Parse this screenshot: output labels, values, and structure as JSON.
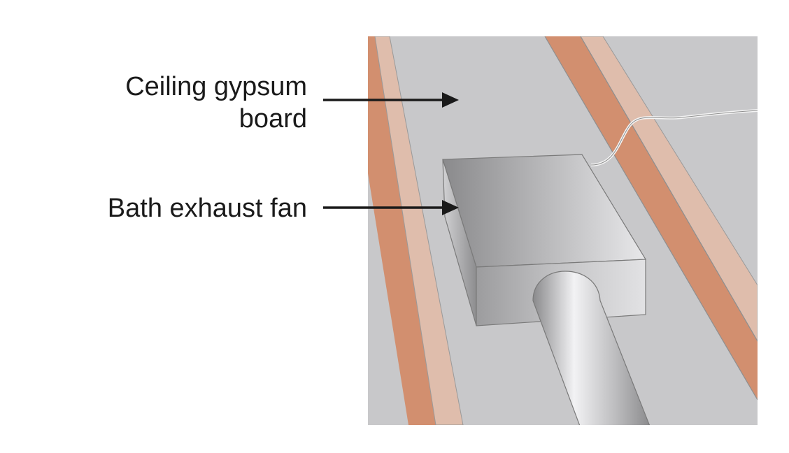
{
  "labels": {
    "ceiling_line1": "Ceiling gypsum",
    "ceiling_line2": "board",
    "fan": "Bath exhaust fan"
  },
  "colors": {
    "gypsum": "#c8c8ca",
    "joist_dark": "#d28f6f",
    "joist_light": "#dfbdac",
    "arrow": "#1a1a1a"
  }
}
